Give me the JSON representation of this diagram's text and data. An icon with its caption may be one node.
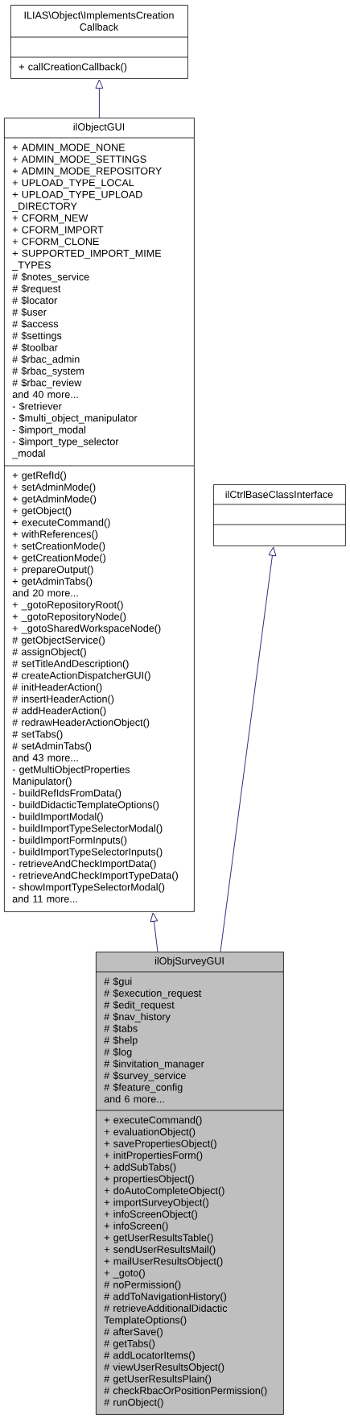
{
  "diagram": {
    "nodes": [
      {
        "text": [
          "ILIAS\\Object\\ImplementsCreation Callback",
          "+ callCreationCallback()"
        ]
      },
      {
        "text": [
          "ilObjectGUI",
          "+ ADMIN_MODE_NONE",
          "+ ADMIN_MODE_SETTINGS",
          "+ ADMIN_MODE_REPOSITORY",
          "+ UPLOAD_TYPE_LOCAL",
          "+ UPLOAD_TYPE_UPLOAD _DIRECTORY",
          "+ CFORM_NEW",
          "+ CFORM_IMPORT",
          "+ CFORM_CLONE",
          "+ SUPPORTED_IMPORT_MIME _TYPES",
          "# $notes_service",
          "# $request",
          "# $locator",
          "# $user",
          "# $access",
          "# $settings",
          "# $toolbar",
          "# $rbac_admin",
          "# $rbac_system",
          "# $rbac_review",
          "and 40 more...",
          "- $retriever",
          "- $multi_object_manipulator",
          "- $import_modal",
          "- $import_type_selector _modal",
          "+ getRefId()",
          "+ setAdminMode()",
          "+ getAdminMode()",
          "+ getObject()",
          "+ executeCommand()",
          "+ withReferences()",
          "+ setCreationMode()",
          "+ getCreationMode()",
          "+ prepareOutput()",
          "+ getAdminTabs()",
          "and 20 more...",
          "+ _gotoRepositoryRoot()",
          "+ _gotoRepositoryNode()",
          "+ _gotoSharedWorkspaceNode()",
          "# getObjectService()",
          "# assignObject()",
          "# setTitleAndDescription()",
          "# createActionDispatcherGUI()",
          "# initHeaderAction()",
          "# insertHeaderAction()",
          "# addHeaderAction()",
          "# redrawHeaderActionObject()",
          "# setTabs()",
          "# setAdminTabs()",
          "and 43 more...",
          "- getMultiObjectProperties Manipulator()",
          "- buildRefIdsFromData()",
          "- buildDidacticTemplateOptions()",
          "- buildImportModal()",
          "- buildImportTypeSelectorModal()",
          "- buildImportFormInputs()",
          "- buildImportTypeSelectorInputs()",
          "- retrieveAndCheckImportData()",
          "- retrieveAndCheckImportTypeData()",
          "- showImportTypeSelectorModal()",
          "and 11 more..."
        ]
      },
      {
        "text": [
          "ilCtrlBaseClassInterface"
        ]
      },
      {
        "text": [
          "ilObjSurveyGUI",
          "# $gui",
          "# $execution_request",
          "# $edit_request",
          "# $nav_history",
          "# $tabs",
          "# $help",
          "# $log",
          "# $invitation_manager",
          "# $survey_service",
          "# $feature_config",
          "and 6 more...",
          "+ executeCommand()",
          "+ evaluationObject()",
          "+ savePropertiesObject()",
          "+ initPropertiesForm()",
          "+ addSubTabs()",
          "+ propertiesObject()",
          "+ doAutoCompleteObject()",
          "+ importSurveyObject()",
          "+ infoScreenObject()",
          "+ infoScreen()",
          "+ getUserResultsTable()",
          "+ sendUserResultsMail()",
          "+ mailUserResultsObject()",
          "+ _goto()",
          "# noPermission()",
          "# addToNavigationHistory()",
          "# retrieveAdditionalDidactic TemplateOptions()",
          "# afterSave()",
          "# getTabs()",
          "# addLocatorItems()",
          "# viewUserResultsObject()",
          "# getUserResultsPlain()",
          "# checkRbacOrPositionPermission()",
          "# runObject()"
        ]
      }
    ],
    "edges": [
      {
        "from": 1,
        "to": 0,
        "arrow": "to"
      },
      {
        "from": 3,
        "to": 1,
        "arrow": "to"
      },
      {
        "from": 3,
        "to": 2,
        "arrow": "to"
      }
    ]
  }
}
